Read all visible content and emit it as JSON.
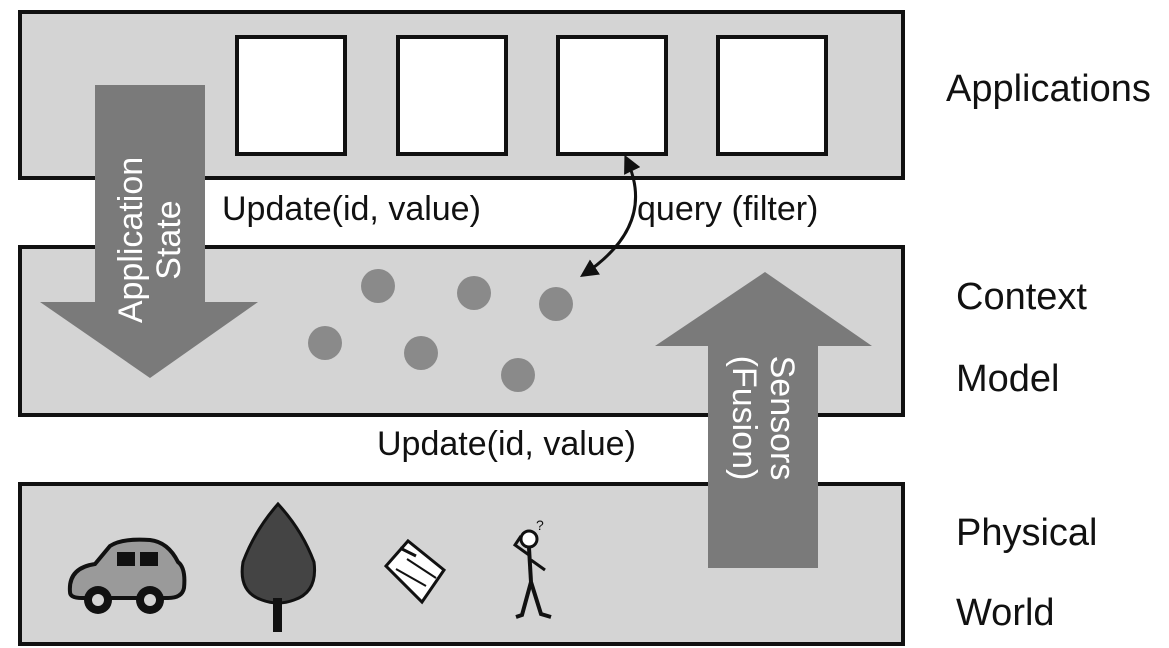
{
  "layers": {
    "applications": "Applications",
    "context_line1": "Context",
    "context_line2": "Model",
    "physical_line1": "Physical",
    "physical_line2": "World"
  },
  "labels": {
    "update_top": "Update(id, value)",
    "query": "query (filter)",
    "update_bottom": "Update(id, value)"
  },
  "arrows": {
    "app_state_line1": "Application",
    "app_state_line2": "State",
    "sensors_line1": "Sensors",
    "sensors_line2": "(Fusion)"
  },
  "colors": {
    "layer_fill": "#d4d4d4",
    "arrow_fill": "#7a7a7a",
    "dot_fill": "#8a8a8a",
    "border": "#111111"
  },
  "icons": [
    "car-icon",
    "tree-icon",
    "notepad-icon",
    "person-icon"
  ]
}
